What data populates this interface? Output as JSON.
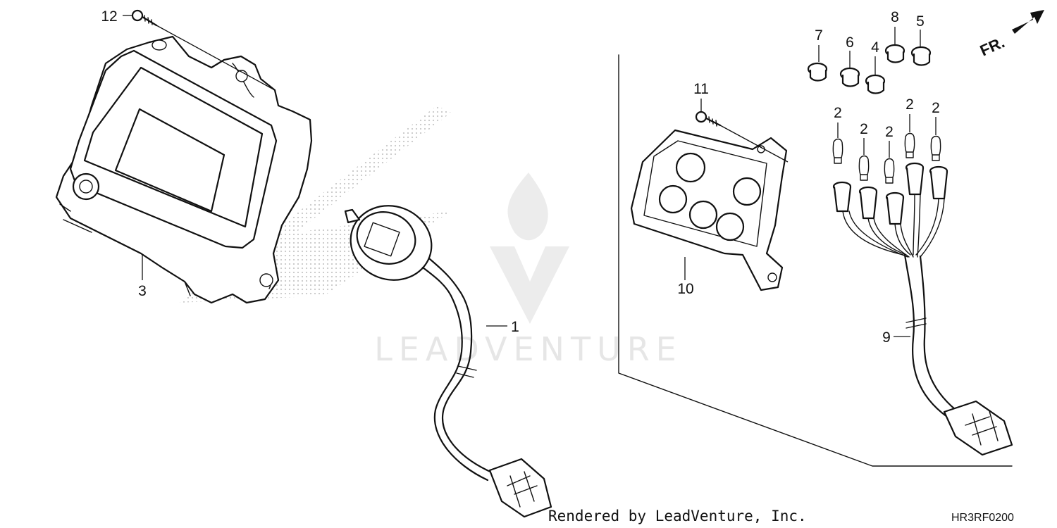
{
  "watermark": {
    "brand": "LEADVENTURE"
  },
  "direction_marker": {
    "label": "FR."
  },
  "callouts": [
    {
      "id": "c12",
      "label": "12"
    },
    {
      "id": "c3",
      "label": "3"
    },
    {
      "id": "c1",
      "label": "1"
    },
    {
      "id": "c11",
      "label": "11"
    },
    {
      "id": "c10",
      "label": "10"
    },
    {
      "id": "c7",
      "label": "7"
    },
    {
      "id": "c6",
      "label": "6"
    },
    {
      "id": "c4",
      "label": "4"
    },
    {
      "id": "c8",
      "label": "8"
    },
    {
      "id": "c5",
      "label": "5"
    },
    {
      "id": "c2a",
      "label": "2"
    },
    {
      "id": "c2b",
      "label": "2"
    },
    {
      "id": "c2c",
      "label": "2"
    },
    {
      "id": "c2d",
      "label": "2"
    },
    {
      "id": "c2e",
      "label": "2"
    },
    {
      "id": "c9",
      "label": "9"
    }
  ],
  "footer": {
    "credit": "Rendered by LeadVenture, Inc.",
    "diagram_code": "HR3RF0200"
  }
}
